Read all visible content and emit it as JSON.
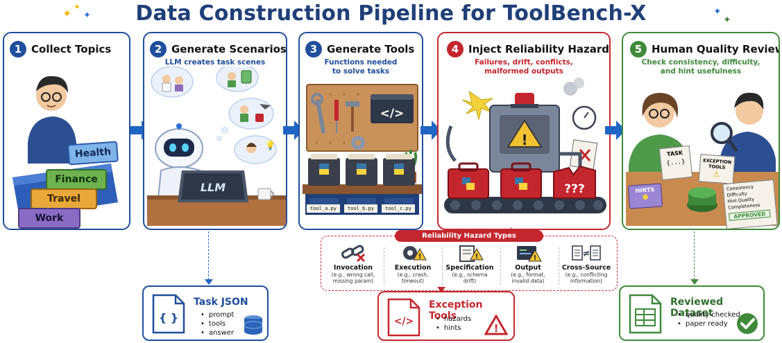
{
  "title": "Data Construction Pipeline for ToolBench-X",
  "colors": {
    "blue": "#1f4e9c",
    "red": "#c4262e",
    "green": "#3e8a3a",
    "arrow": "#1f66c4"
  },
  "steps": [
    {
      "num": "1",
      "title": "Collect Topics",
      "cards": [
        "Health",
        "Finance",
        "Travel",
        "Work"
      ]
    },
    {
      "num": "2",
      "title": "Generate Scenarios",
      "subtitle": "LLM creates task scenes",
      "laptop_label": "LLM"
    },
    {
      "num": "3",
      "title": "Generate Tools",
      "subtitle_line1": "Functions needed",
      "subtitle_line2": "to solve tasks",
      "files": [
        "tool_a.py",
        "tool_b.py",
        "tool_c.py"
      ],
      "code_icon": "</>"
    },
    {
      "num": "4",
      "title": "Inject Reliability Hazards",
      "subtitle_line1": "Failures, drift, conflicts,",
      "subtitle_line2": "malformed outputs",
      "box_label": "???"
    },
    {
      "num": "5",
      "title": "Human Quality Review",
      "subtitle_line1": "Check consistency, difficulty,",
      "subtitle_line2": "and hint usefulness",
      "task_card": "TASK",
      "task_card_body": "{...}",
      "exception_card_line1": "EXCEPTION",
      "exception_card_line2": "TOOLS",
      "hints_card": "HINTS",
      "checklist": [
        "Consistency",
        "Difficulty",
        "Hint Quality",
        "Completeness"
      ],
      "stamp": "APPROVED"
    }
  ],
  "hazards": {
    "title": "Reliability Hazard Types",
    "items": [
      {
        "name": "Invocation",
        "ex1": "(e.g., wrong call,",
        "ex2": "missing param)",
        "icon": "broken-link-icon"
      },
      {
        "name": "Execution",
        "ex1": "(e.g., crash,",
        "ex2": "timeout)",
        "icon": "gear-warning-icon"
      },
      {
        "name": "Specification",
        "ex1": "(e.g., schema",
        "ex2": "drift)",
        "icon": "schema-warning-icon"
      },
      {
        "name": "Output",
        "ex1": "(e.g., format,",
        "ex2": "invalid data)",
        "icon": "terminal-warning-icon"
      },
      {
        "name": "Cross-Source",
        "ex1": "(e.g., conflicting",
        "ex2": "information)",
        "icon": "doc-not-equal-icon"
      }
    ],
    "not_equal": "≠"
  },
  "outputs": {
    "task_json": {
      "title": "Task JSON",
      "icon_text": "{ }",
      "items": [
        "prompt",
        "tools",
        "answer"
      ]
    },
    "exception_tools": {
      "title": "Exception Tools",
      "icon_text": "</>",
      "items": [
        "hazards",
        "hints"
      ]
    },
    "reviewed_dataset": {
      "title": "Reviewed Dataset",
      "items": [
        "quality checked",
        "paper ready"
      ]
    }
  }
}
